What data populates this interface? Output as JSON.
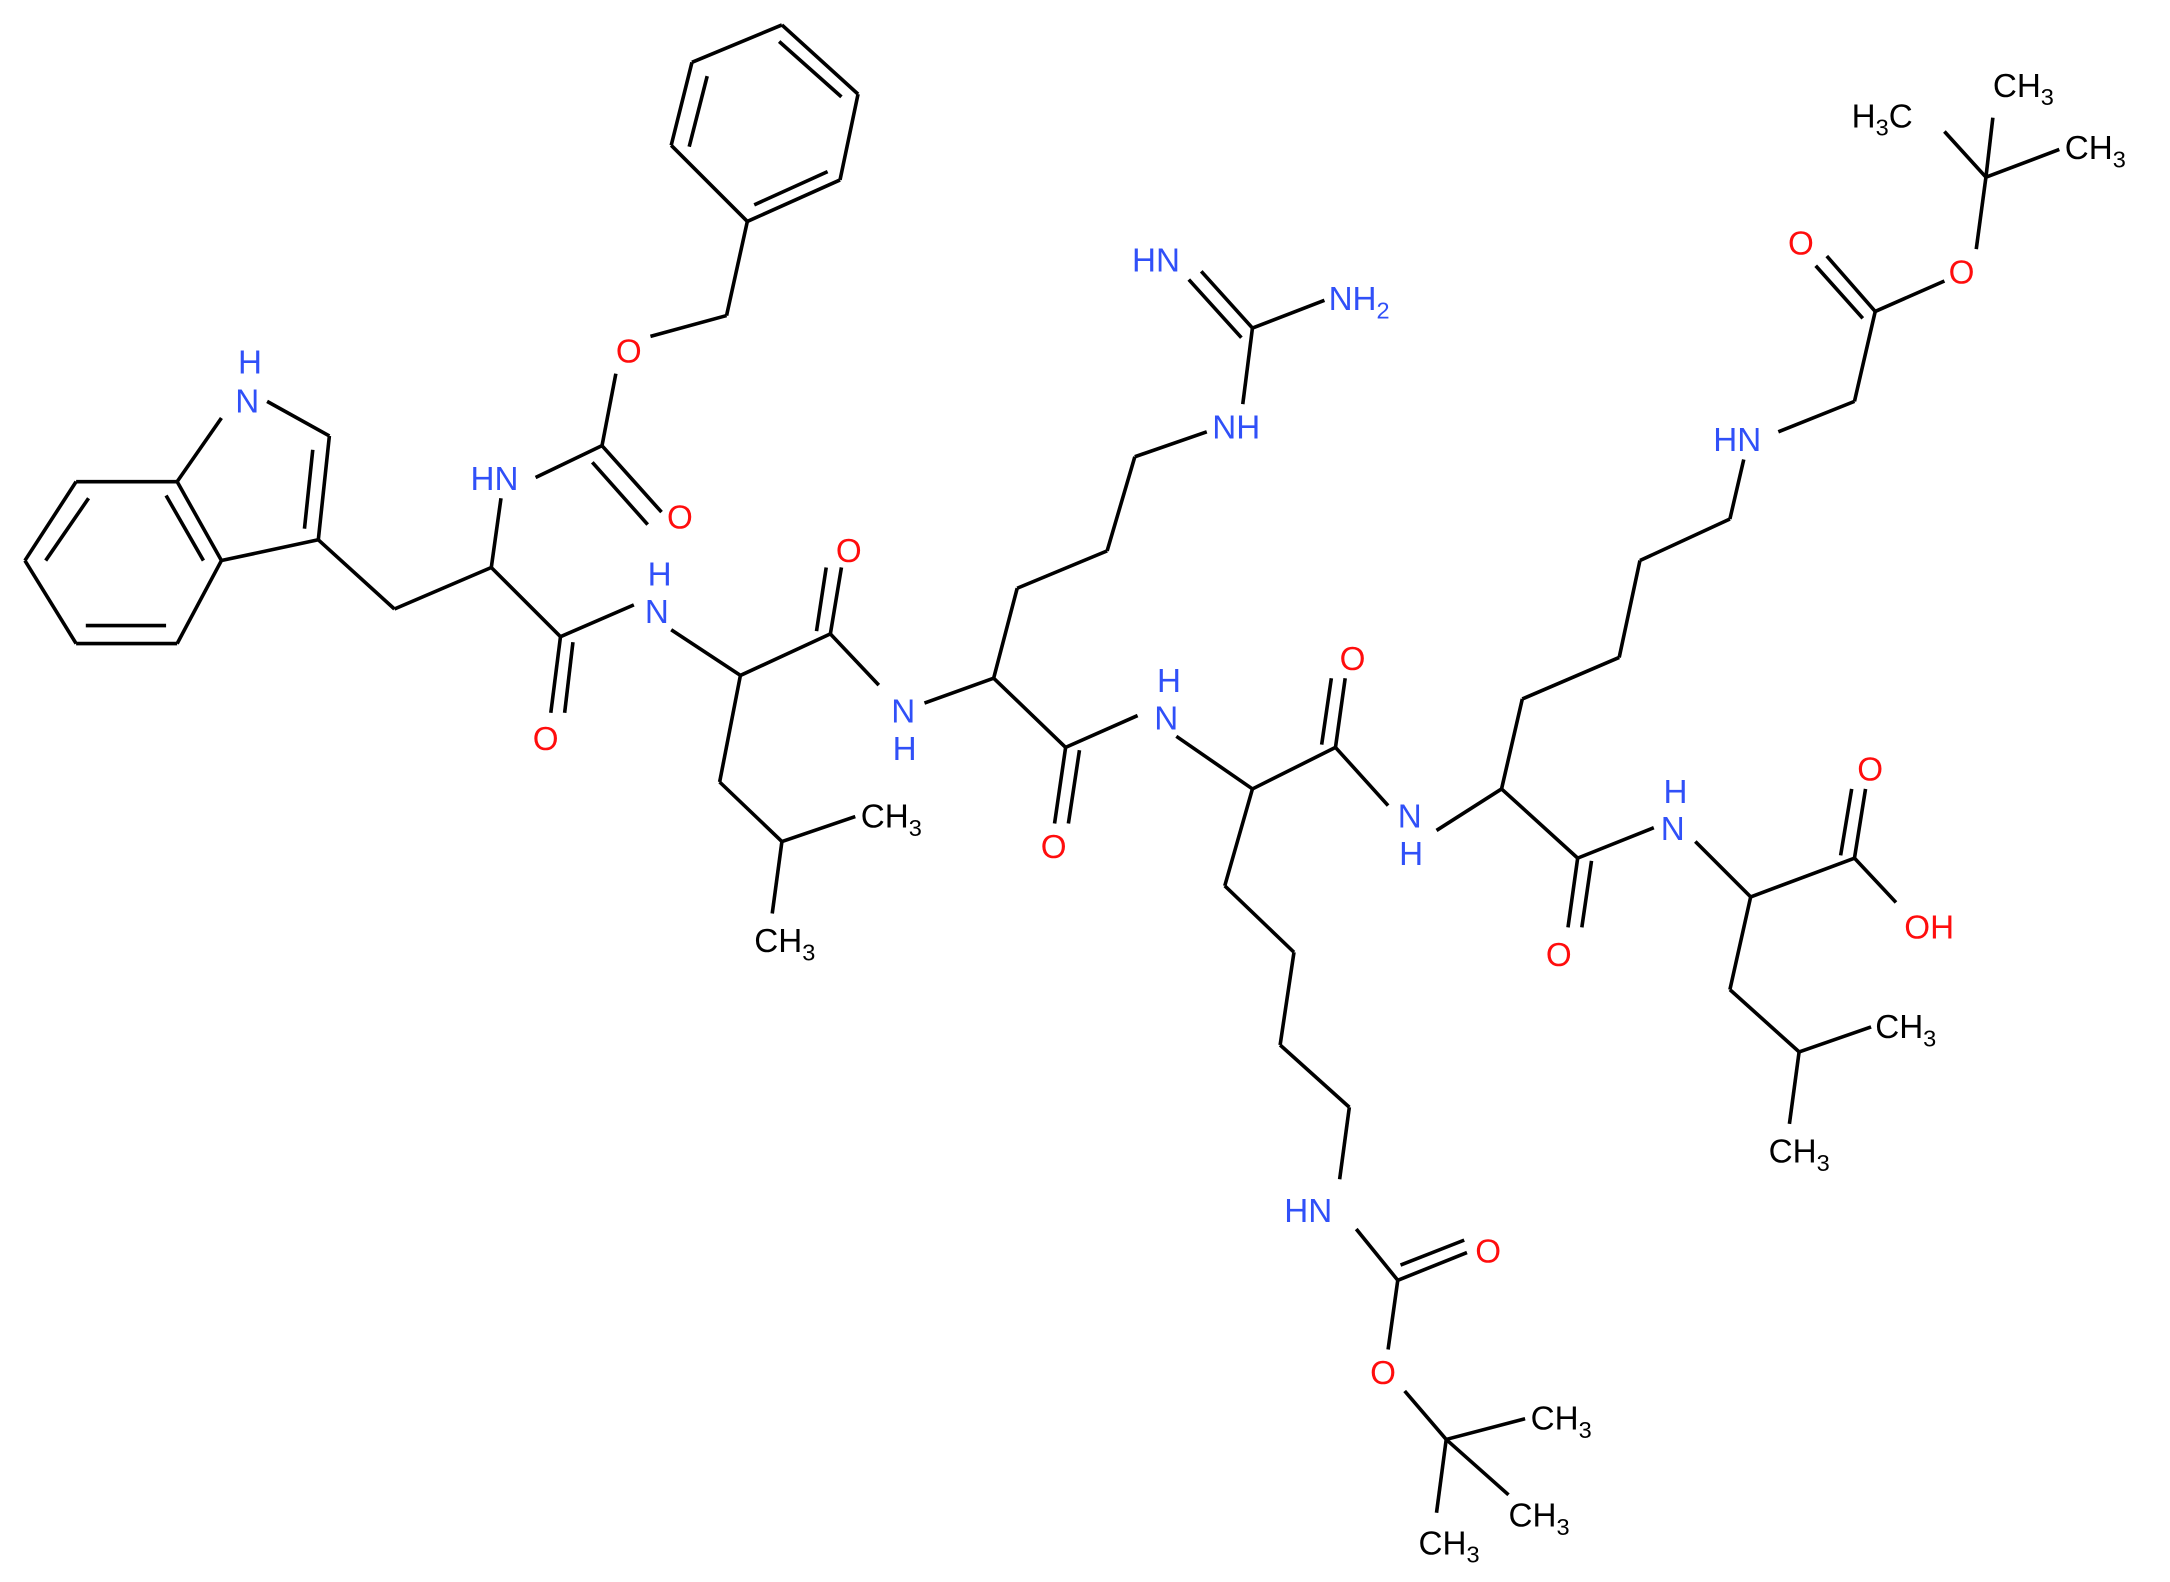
{
  "diagram": {
    "type": "chemical-structure",
    "colors": {
      "bond": "#000000",
      "nitrogen": "#3050F8",
      "oxygen": "#FF0D0D",
      "carbon": "#000000",
      "background": "#FFFFFF"
    },
    "labels": {
      "indole_nh_h": "H",
      "indole_nh_n": "N",
      "cbz_nh": "HN",
      "cbz_o_ester": "O",
      "cbz_o_carbonyl": "O",
      "trp_o": "O",
      "trp_leu_nh_h": "H",
      "trp_leu_nh_n": "N",
      "leu1_o": "O",
      "leu1_ch3a": "CH",
      "leu1_ch3a_sub": "3",
      "leu1_ch3b": "CH",
      "leu1_ch3b_sub": "3",
      "leu_arg_nh_n": "N",
      "leu_arg_nh_h": "H",
      "arg_o": "O",
      "arg_guan_nh": "NH",
      "arg_guan_imine": "HN",
      "arg_guan_nh2": "NH",
      "arg_guan_nh2_sub": "2",
      "arg_lys_nh_h": "H",
      "arg_lys_nh_n": "N",
      "lys1_o": "O",
      "lys1_boc_nh": "HN",
      "lys1_boc_o_carbonyl": "O",
      "lys1_boc_o_ester": "O",
      "lys1_boc_ch3a": "CH",
      "lys1_boc_ch3b": "CH",
      "lys1_boc_ch3c": "CH",
      "ch3_sub": "3",
      "lys_lys_nh_n": "N",
      "lys_lys_nh_h": "H",
      "lys2_o": "O",
      "lys2_side_nh": "HN",
      "tbu_ester_o_carbonyl": "O",
      "tbu_ester_o": "O",
      "tbu_h3c_h": "H",
      "tbu_h3c_sub": "3",
      "tbu_h3c_c": "C",
      "tbu_ch3a": "CH",
      "tbu_ch3b": "CH",
      "lys_leu_nh_h": "H",
      "lys_leu_nh_n": "N",
      "leu2_o": "O",
      "leu2_oh": "OH",
      "leu2_ch3a": "CH",
      "leu2_ch3b": "CH"
    },
    "residues": [
      "Cbz",
      "Trp",
      "Leu",
      "Arg",
      "Lys(Boc)",
      "Lys(CH2COOtBu)",
      "Leu-OH"
    ]
  }
}
